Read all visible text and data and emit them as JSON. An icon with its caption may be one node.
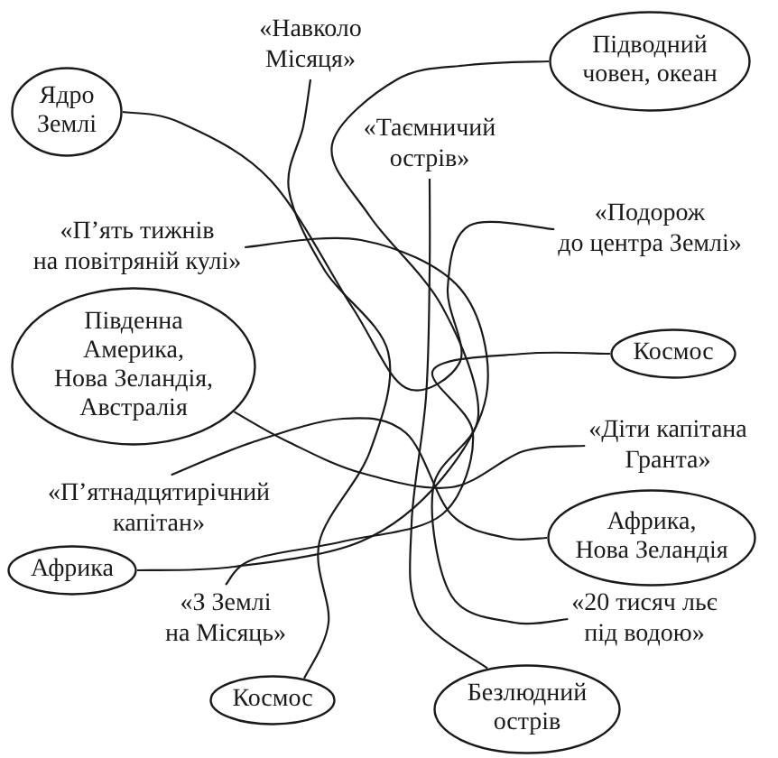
{
  "diagram": {
    "nodes": [
      {
        "text": [
          "«Навколо Місяця»"
        ]
      },
      {
        "text": [
          "Підводний човен, океан"
        ]
      },
      {
        "text": [
          "Ядро Землі"
        ]
      },
      {
        "text": [
          "«Таємничий острів»"
        ]
      },
      {
        "text": [
          "«Подорож до центра Землі»"
        ]
      },
      {
        "text": [
          "«П’ять тижнів на повітряній кулі»"
        ]
      },
      {
        "text": [
          "Південна Америка, Нова Зеландія, Австралія"
        ]
      },
      {
        "text": [
          "Космос"
        ]
      },
      {
        "text": [
          "«Діти капітана Гранта»"
        ]
      },
      {
        "text": [
          "«П’ятнадцятирічний капітан»"
        ]
      },
      {
        "text": [
          "Африка, Нова Зеландія"
        ]
      },
      {
        "text": [
          "Африка"
        ]
      },
      {
        "text": [
          "«З Землі на Місяць»"
        ]
      },
      {
        "text": [
          "«20 тисяч льє під водою»"
        ]
      },
      {
        "text": [
          "Космос"
        ]
      },
      {
        "text": [
          "Безлюдний острів"
        ]
      }
    ],
    "edges": [
      {
        "from": 0,
        "to": 14,
        "arrow": "none"
      },
      {
        "from": 12,
        "to": 7,
        "arrow": "none"
      },
      {
        "from": 3,
        "to": 15,
        "arrow": "none"
      },
      {
        "from": 4,
        "to": 2,
        "arrow": "none"
      },
      {
        "from": 5,
        "to": 11,
        "arrow": "none"
      },
      {
        "from": 8,
        "to": 6,
        "arrow": "none"
      },
      {
        "from": 9,
        "to": 10,
        "arrow": "none"
      },
      {
        "from": 13,
        "to": 1,
        "arrow": "none"
      }
    ]
  }
}
